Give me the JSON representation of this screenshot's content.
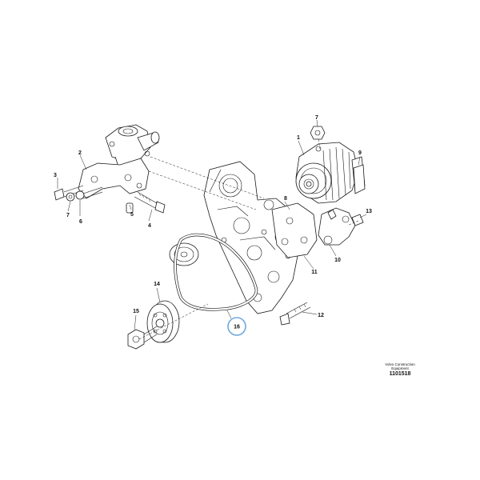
{
  "callouts": {
    "c1": "1",
    "c2": "2",
    "c3": "3",
    "c4": "4",
    "c5": "5",
    "c6": "6",
    "c7a": "7",
    "c7b": "7",
    "c8": "8",
    "c9": "9",
    "c10": "10",
    "c11": "11",
    "c12": "12",
    "c13": "13",
    "c14": "14",
    "c15": "15",
    "c16": "16"
  },
  "highlight_color": "#6fa8dc",
  "credit": {
    "line1": "Volvo Construction",
    "line2": "Equipment",
    "figure_number": "1101518"
  }
}
